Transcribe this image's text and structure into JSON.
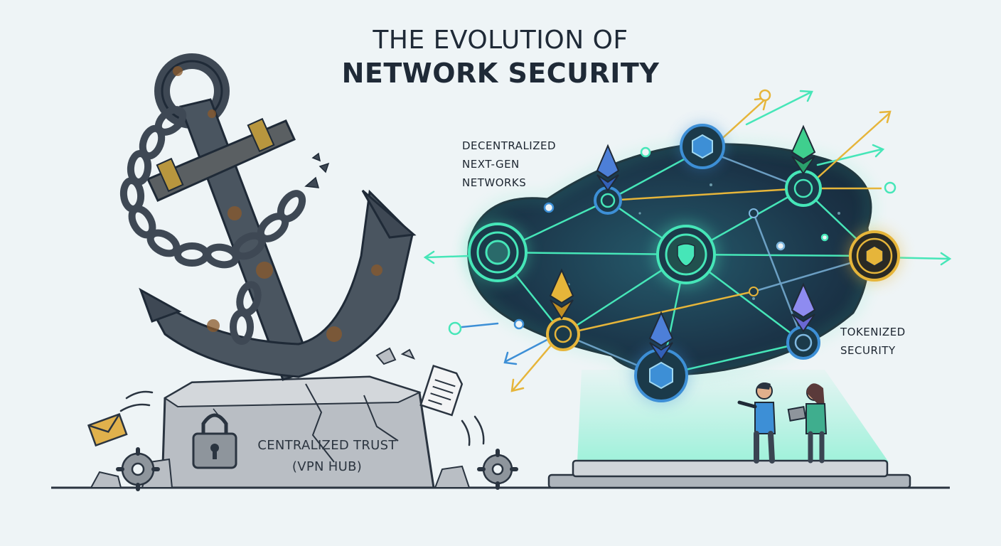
{
  "title": {
    "line1": "THE EVOLUTION OF",
    "line2": "NETWORK SECURITY"
  },
  "labels": {
    "decentralized": [
      "DECENTRALIZED",
      "NEXT-GEN",
      "NETWORKS"
    ],
    "tokenized": [
      "TOKENIZED",
      "SECURITY"
    ],
    "centralized": [
      "CENTRALIZED TRUST",
      "(VPN HUB)"
    ]
  },
  "colors": {
    "background": "#eef4f6",
    "outline": "#1f2a37",
    "network_body": "#1d3b4f",
    "teal_glow": "#46e6b8",
    "gold": "#e6b53a",
    "blue_node": "#3d8fd6",
    "stone": "#b7bcc2",
    "anchor_metal": "#3e4854"
  },
  "icons": [
    "anchor-icon",
    "chain-icon",
    "padlock-icon",
    "envelope-icon",
    "document-icon",
    "gear-icon",
    "ethereum-token-icon",
    "hexagon-node-icon",
    "shield-node-icon",
    "people-icon",
    "laptop-icon"
  ]
}
